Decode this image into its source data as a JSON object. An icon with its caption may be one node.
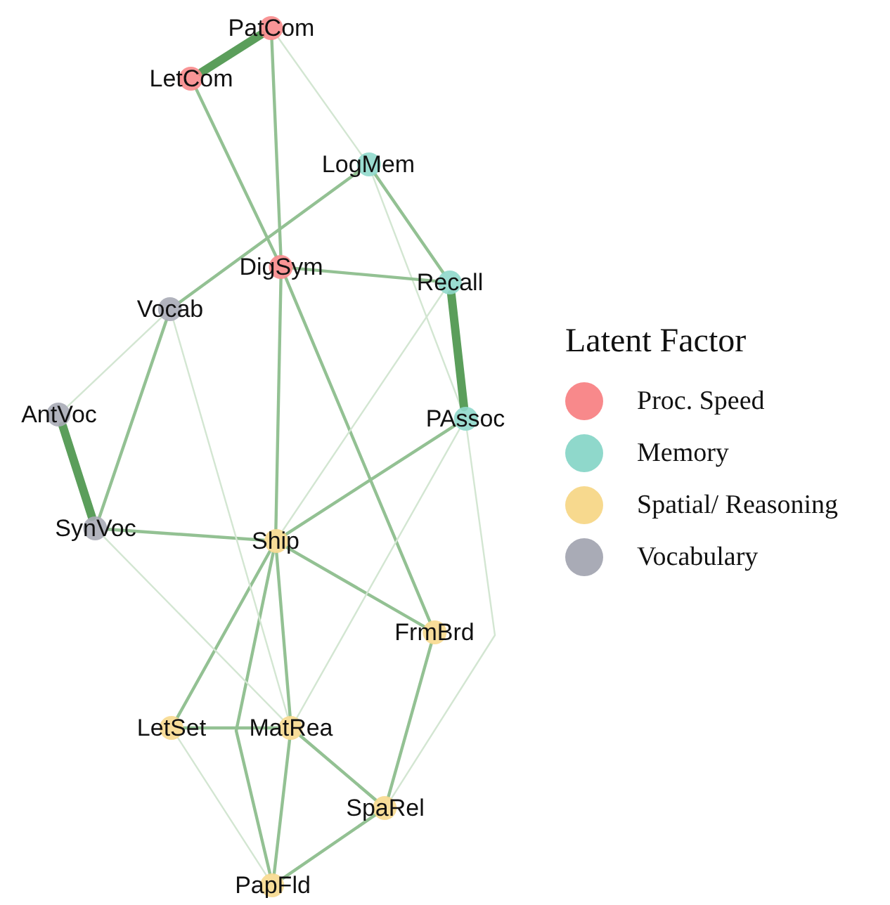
{
  "diagram": {
    "nodes": [
      {
        "text": [
          "PatCom"
        ]
      },
      {
        "text": [
          "LetCom"
        ]
      },
      {
        "text": [
          "LogMem"
        ]
      },
      {
        "text": [
          "DigSym"
        ]
      },
      {
        "text": [
          "Recall"
        ]
      },
      {
        "text": [
          "Vocab"
        ]
      },
      {
        "text": [
          "AntVoc"
        ]
      },
      {
        "text": [
          "PAssoc"
        ]
      },
      {
        "text": [
          "SynVoc"
        ]
      },
      {
        "text": [
          "Ship"
        ]
      },
      {
        "text": [
          "FrmBrd"
        ]
      },
      {
        "text": [
          "LetSet"
        ]
      },
      {
        "text": [
          "MatRea"
        ]
      },
      {
        "text": [
          "SpaRel"
        ]
      },
      {
        "text": [
          "PapFld"
        ]
      }
    ],
    "edges": [
      {
        "from": 0,
        "to": 1,
        "arrow": "none",
        "style": "thick"
      },
      {
        "from": 0,
        "to": 3,
        "arrow": "none"
      },
      {
        "from": 1,
        "to": 3,
        "arrow": "none"
      },
      {
        "from": 0,
        "to": 2,
        "arrow": "none",
        "color": "#d3e6d2"
      },
      {
        "from": 2,
        "to": 5,
        "arrow": "none"
      },
      {
        "from": 2,
        "to": 4,
        "arrow": "none"
      },
      {
        "from": 2,
        "to": 7,
        "arrow": "none",
        "color": "#d3e6d2"
      },
      {
        "from": 3,
        "to": 4,
        "arrow": "none"
      },
      {
        "from": 4,
        "to": 7,
        "arrow": "none",
        "style": "thick"
      },
      {
        "from": 3,
        "to": 9,
        "arrow": "none"
      },
      {
        "from": 3,
        "to": 10,
        "arrow": "none"
      },
      {
        "from": 4,
        "to": 9,
        "arrow": "none",
        "color": "#d3e6d2"
      },
      {
        "from": 5,
        "to": 6,
        "arrow": "none",
        "color": "#d3e6d2"
      },
      {
        "from": 5,
        "to": 8,
        "arrow": "none"
      },
      {
        "from": 6,
        "to": 8,
        "arrow": "none",
        "style": "thick"
      },
      {
        "from": 8,
        "to": 9,
        "arrow": "none"
      },
      {
        "from": 9,
        "to": 7,
        "arrow": "none"
      },
      {
        "from": 9,
        "to": 10,
        "arrow": "none"
      },
      {
        "from": 9,
        "to": 11,
        "arrow": "none"
      },
      {
        "from": 9,
        "to": 12,
        "arrow": "none"
      },
      {
        "from": 9,
        "to": 14,
        "arrow": "none"
      },
      {
        "from": 10,
        "to": 13,
        "arrow": "none"
      },
      {
        "from": 7,
        "to": 13,
        "arrow": "none",
        "color": "#d3e6d2"
      },
      {
        "from": 11,
        "to": 12,
        "arrow": "none"
      },
      {
        "from": 11,
        "to": 14,
        "arrow": "none",
        "color": "#d3e6d2"
      },
      {
        "from": 12,
        "to": 13,
        "arrow": "none"
      },
      {
        "from": 12,
        "to": 14,
        "arrow": "none"
      },
      {
        "from": 13,
        "to": 14,
        "arrow": "none"
      },
      {
        "from": 7,
        "to": 12,
        "arrow": "none",
        "color": "#d3e6d2"
      },
      {
        "from": 8,
        "to": 12,
        "arrow": "none",
        "color": "#d3e6d2"
      },
      {
        "from": 5,
        "to": 12,
        "arrow": "none",
        "color": "#d3e6d2"
      }
    ],
    "labels": [
      "Latent Factor"
    ],
    "legend": [
      {
        "text": "Proc. Speed",
        "color": "#f8898b"
      },
      {
        "text": "Memory",
        "color": "#8fd8cb"
      },
      {
        "text": "Spatial/ Reasoning",
        "color": "#f7d98e"
      },
      {
        "text": "Vocabulary",
        "color": "#a9abb6"
      }
    ]
  }
}
